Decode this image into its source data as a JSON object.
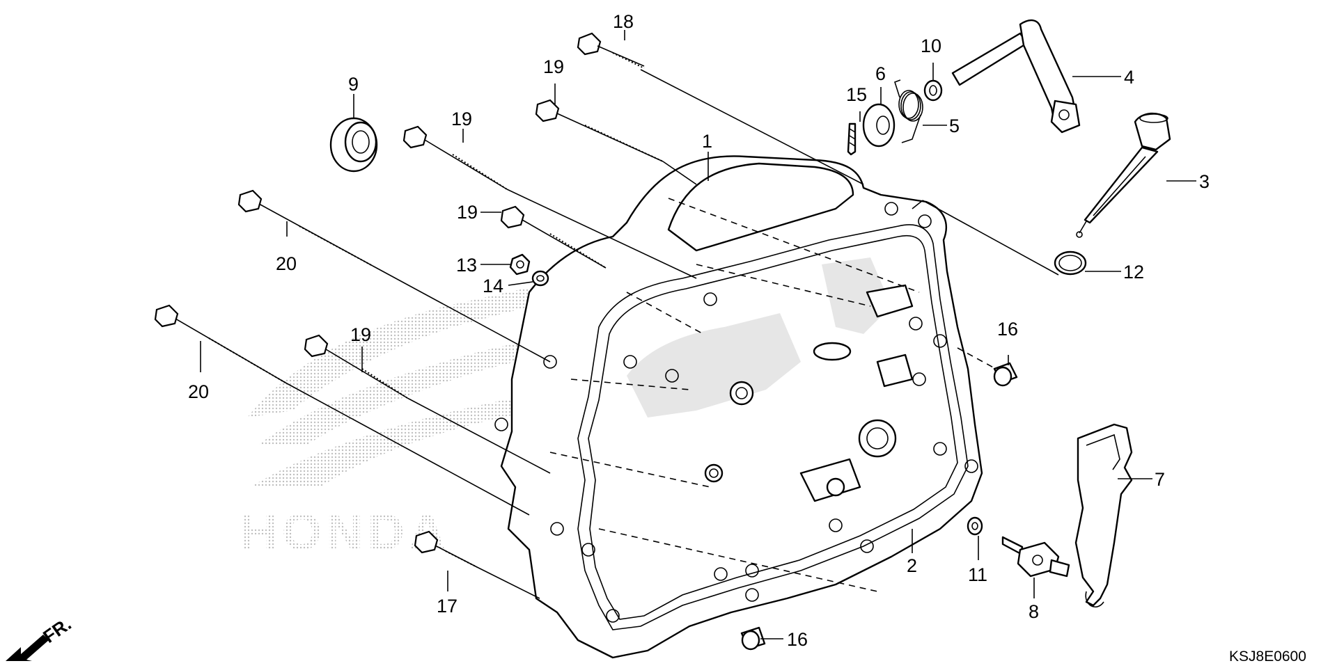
{
  "diagram": {
    "drawing_code": "KSJ8E0600",
    "front_indicator": "FR.",
    "callouts": [
      {
        "id": "c1",
        "text": "1"
      },
      {
        "id": "c2",
        "text": "2"
      },
      {
        "id": "c3",
        "text": "3"
      },
      {
        "id": "c4",
        "text": "4"
      },
      {
        "id": "c5",
        "text": "5"
      },
      {
        "id": "c6",
        "text": "6"
      },
      {
        "id": "c7",
        "text": "7"
      },
      {
        "id": "c8",
        "text": "8"
      },
      {
        "id": "c9",
        "text": "9"
      },
      {
        "id": "c10",
        "text": "10"
      },
      {
        "id": "c11",
        "text": "11"
      },
      {
        "id": "c12",
        "text": "12"
      },
      {
        "id": "c13",
        "text": "13"
      },
      {
        "id": "c14",
        "text": "14"
      },
      {
        "id": "c15",
        "text": "15"
      },
      {
        "id": "c16a",
        "text": "16"
      },
      {
        "id": "c16b",
        "text": "16"
      },
      {
        "id": "c17",
        "text": "17"
      },
      {
        "id": "c18",
        "text": "18"
      },
      {
        "id": "c19a",
        "text": "19"
      },
      {
        "id": "c19b",
        "text": "19"
      },
      {
        "id": "c19c",
        "text": "19"
      },
      {
        "id": "c19d",
        "text": "19"
      },
      {
        "id": "c20a",
        "text": "20"
      },
      {
        "id": "c20b",
        "text": "20"
      }
    ],
    "watermark": {
      "text": "HONDA",
      "color": "#b8b8b8"
    }
  }
}
